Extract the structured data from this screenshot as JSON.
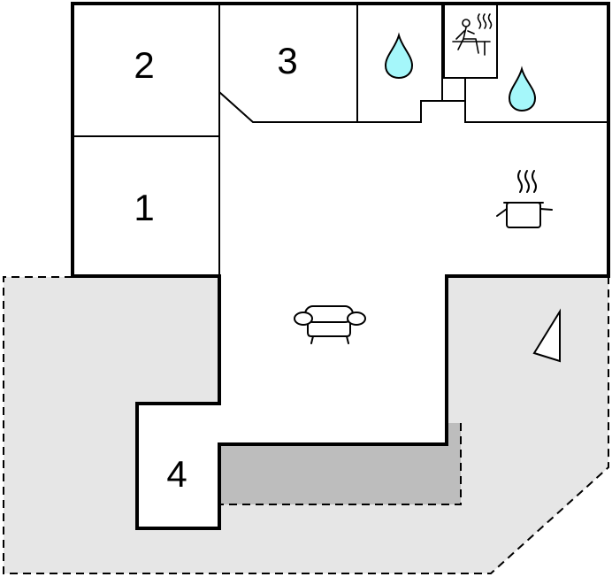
{
  "rooms": [
    {
      "label": "2"
    },
    {
      "label": "3"
    },
    {
      "label": "1"
    },
    {
      "label": "4"
    }
  ],
  "icons": {
    "water_drop": "water-drop-icon",
    "sauna": "sauna-icon",
    "cooking_pot": "cooking-pot-icon",
    "sofa": "sofa-icon",
    "north_arrow": "north-arrow-icon"
  },
  "colors": {
    "wall": "#000000",
    "floor": "#ffffff",
    "terrace": "#e6e6e6",
    "covered_terrace": "#bdbdbd",
    "pool": "#a5f7fa"
  }
}
